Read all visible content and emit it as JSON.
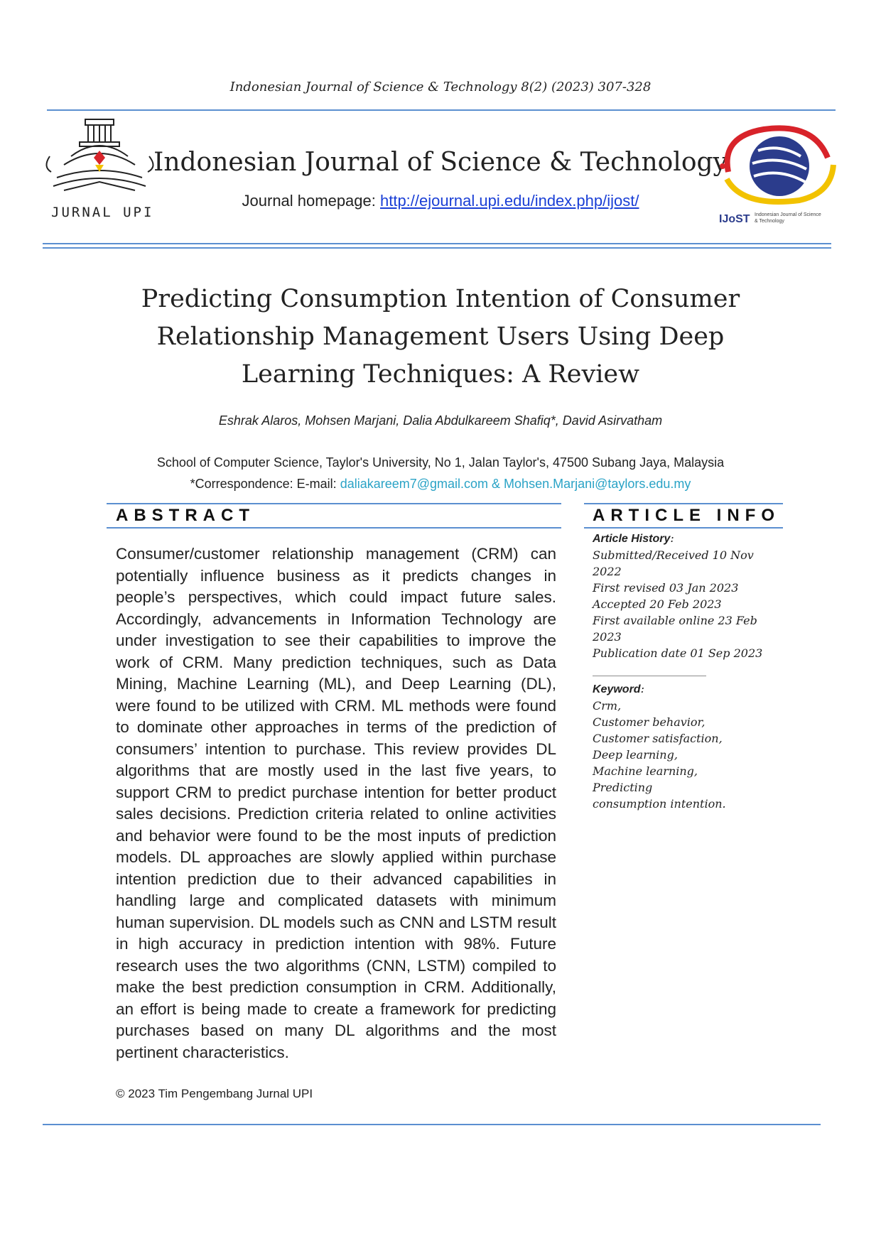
{
  "running_head": "Indonesian Journal of Science & Technology 8(2) (2023) 307-328",
  "header": {
    "left_logo_text": "JURNAL UPI",
    "journal_name": "Indonesian Journal of Science & Technology",
    "homepage_label": "Journal homepage: ",
    "homepage_url": "http://ejournal.upi.edu/index.php/ijost/",
    "right_logo_text": "IJoST",
    "right_logo_subtext": "Indonesian Journal of Science & Technology"
  },
  "article": {
    "title": "Predicting Consumption Intention of Consumer Relationship Management Users Using Deep Learning Techniques: A Review",
    "authors": "Eshrak Alaros, Mohsen Marjani, Dalia Abdulkareem Shafiq*, David Asirvatham",
    "affiliation": "School of Computer Science, Taylor's University, No 1, Jalan Taylor's, 47500 Subang Jaya, Malaysia",
    "correspondence_label": "*Correspondence: E-mail: ",
    "correspondence_emails": "daliakareem7@gmail.com & Mohsen.Marjani@taylors.edu.my"
  },
  "abstract": {
    "heading": "ABSTRACT",
    "text": "Consumer/customer relationship management (CRM) can potentially influence business as it predicts changes in people’s perspectives, which could impact future sales. Accordingly, advancements in Information Technology are under investigation to see their capabilities to improve the work of CRM. Many prediction techniques, such as Data Mining, Machine Learning (ML), and Deep Learning (DL), were found to be utilized with CRM. ML methods were found to dominate other approaches in terms of the prediction of consumers’ intention to purchase. This review provides DL algorithms that are mostly used in the last five years, to support CRM to predict purchase intention for better product sales decisions. Prediction criteria related to online activities and behavior were found to be the most inputs of prediction models. DL approaches are slowly applied within purchase intention prediction due to their advanced capabilities in handling large and complicated datasets with minimum human supervision. DL models such as CNN and LSTM result in high accuracy in prediction intention with 98%. Future research uses the two algorithms (CNN, LSTM) compiled to make the best prediction consumption in CRM. Additionally, an effort is being made to create a framework for predicting purchases based on many DL algorithms and the most pertinent characteristics."
  },
  "article_info": {
    "heading": "ARTICLE INFO",
    "history_label": "Article History",
    "history": [
      "Submitted/Received 10 Nov 2022",
      "First revised 03 Jan 2023",
      "Accepted 20 Feb 2023",
      "First available online 23 Feb 2023",
      "Publication date 01 Sep 2023"
    ],
    "separator": "____________________",
    "keyword_label": "Keyword",
    "keywords": [
      "Crm,",
      "Customer behavior,",
      "Customer satisfaction,",
      "Deep learning,",
      "Machine learning,",
      "Predicting consumption intention."
    ]
  },
  "footer": {
    "copyright": "© 2023 Tim Pengembang Jurnal UPI"
  },
  "colors": {
    "rule_blue": "#5b8fd0",
    "link_blue": "#1a3fd6",
    "email_cyan": "#2aa3c6",
    "logo_navy": "#2b3c8c",
    "logo_red": "#d8232a",
    "logo_yellow": "#f2c200"
  }
}
